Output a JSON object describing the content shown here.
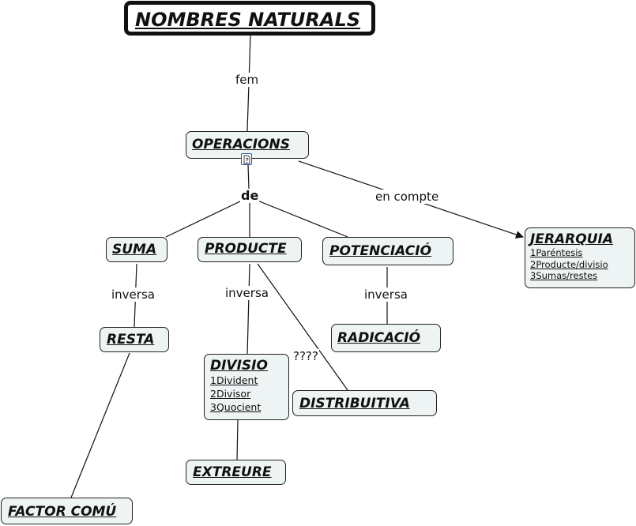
{
  "nodes": {
    "root": {
      "title": "NOMBRES NATURALS"
    },
    "operacions": {
      "title": "OPERACIONS"
    },
    "suma": {
      "title": "SUMA"
    },
    "producte": {
      "title": "PRODUCTE"
    },
    "potenciacio": {
      "title": "POTENCIACIÓ"
    },
    "resta": {
      "title": "RESTA"
    },
    "divisio": {
      "title": "DIVISIO",
      "items": [
        "1Divident",
        "2Divisor",
        "3Quocient"
      ]
    },
    "radicacio": {
      "title": "RADICACIÓ"
    },
    "distributiva": {
      "title": "DISTRIBUITIVA"
    },
    "extreure": {
      "title": "EXTREURE"
    },
    "factor_comu": {
      "title": "FACTOR COMÚ"
    },
    "jerarquia": {
      "title": "JERARQUIA",
      "items": [
        "1Paréntesis",
        "2Producte/divisio",
        "3Sumas/restes"
      ]
    }
  },
  "link_labels": {
    "fem": "fem",
    "de": "de",
    "en_compte": "en compte",
    "inversa_suma": "inversa",
    "inversa_producte": "inversa",
    "inversa_potenciacio": "inversa",
    "unknown": "????"
  },
  "icons": {
    "attachment": "document-icon"
  }
}
